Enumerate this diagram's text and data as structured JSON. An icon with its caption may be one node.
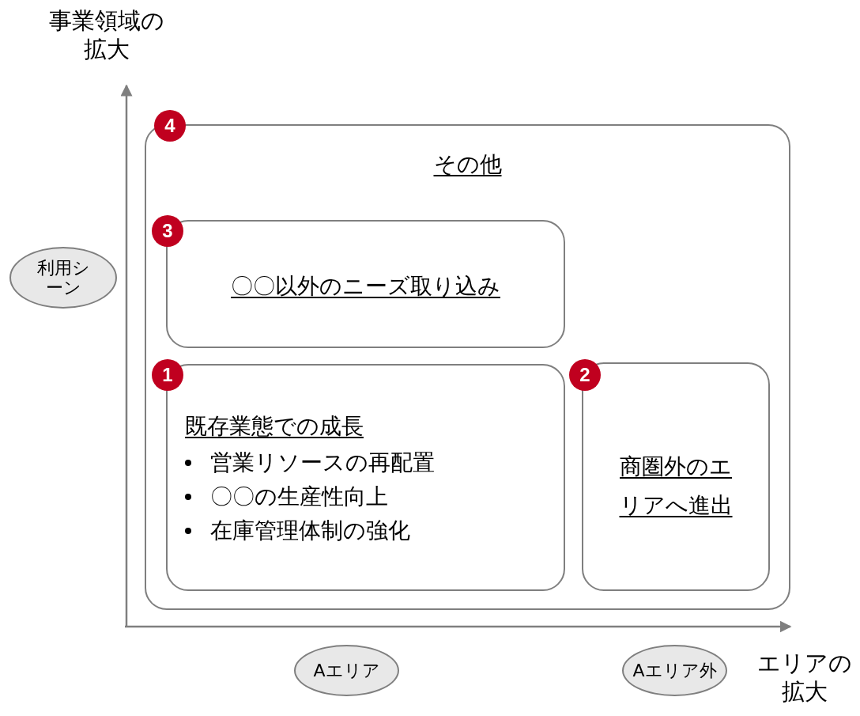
{
  "diagram": {
    "nodes": [
      {
        "text": [
          "4",
          "その他"
        ]
      },
      {
        "text": [
          "3",
          "〇〇以外のニーズ取り込み"
        ],
        "in": 0
      },
      {
        "text": [
          "1",
          "既存業態での成長",
          "営業リソースの再配置",
          "〇〇の生産性向上",
          "在庫管理体制の強化"
        ],
        "in": 0
      },
      {
        "text": [
          "2",
          "商圏外のエリアへ進出"
        ],
        "in": 0
      },
      {
        "text": [
          "利用シーン"
        ]
      },
      {
        "text": [
          "Aエリア"
        ]
      },
      {
        "text": [
          "Aエリア外"
        ]
      }
    ],
    "labels": [
      "事業領域の拡大",
      "エリアの拡大"
    ]
  }
}
